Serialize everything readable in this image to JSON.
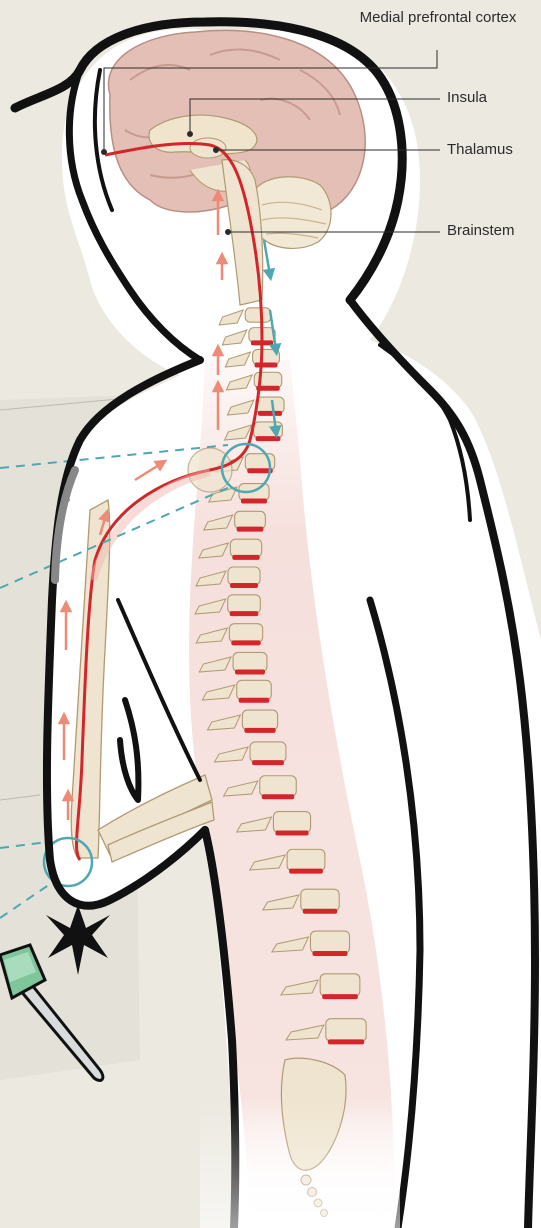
{
  "labels": {
    "medial_prefrontal_cortex": "Medial prefrontal cortex",
    "insula": "Insula",
    "thalamus": "Thalamus",
    "brainstem": "Brainstem"
  },
  "colors": {
    "background": "#ebe9e0",
    "body_fill": "#ffffff",
    "outline": "#111111",
    "bone": "#efe4cf",
    "bone_outline": "#b09a72",
    "brain": "#e3bfb6",
    "nerve_red": "#d3262b",
    "ascending_arrow": "#ef8a76",
    "descending_arrow": "#4ea7b1",
    "teal_dashes": "#4ea7b1",
    "glow": "#f2d4cf",
    "hammer_green": "#7fc79b"
  },
  "icons": {
    "reflex_hammer": "reflex-hammer-icon",
    "impact_burst": "impact-star-icon"
  }
}
